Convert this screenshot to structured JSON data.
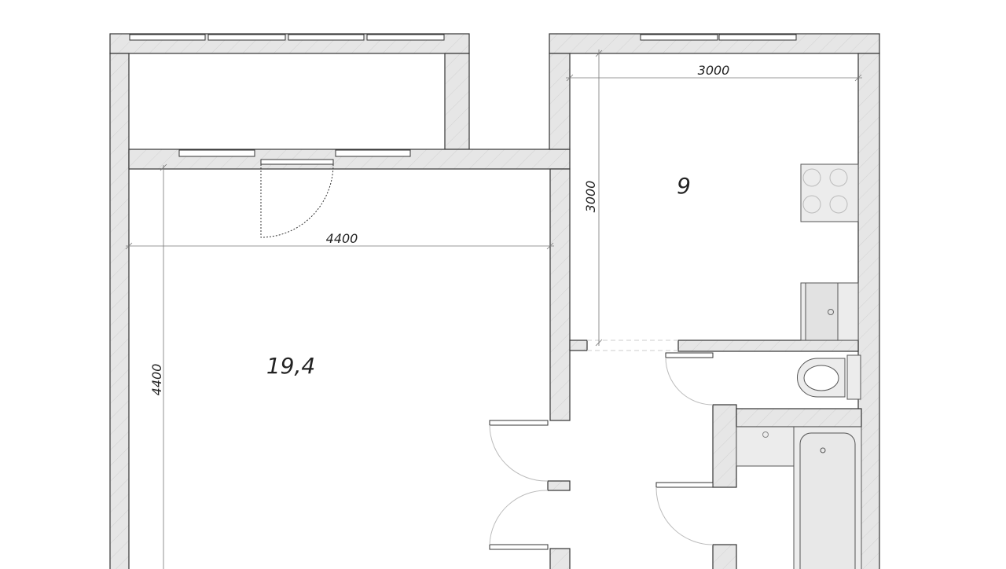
{
  "rooms": {
    "living_area": "19,4",
    "kitchen_area": "9"
  },
  "dimensions": {
    "living_width": "4400",
    "living_length": "4400",
    "kitchen_width": "3000",
    "kitchen_length": "3000"
  },
  "colors": {
    "wall_fill": "#e6e6e6",
    "line": "#333333"
  }
}
